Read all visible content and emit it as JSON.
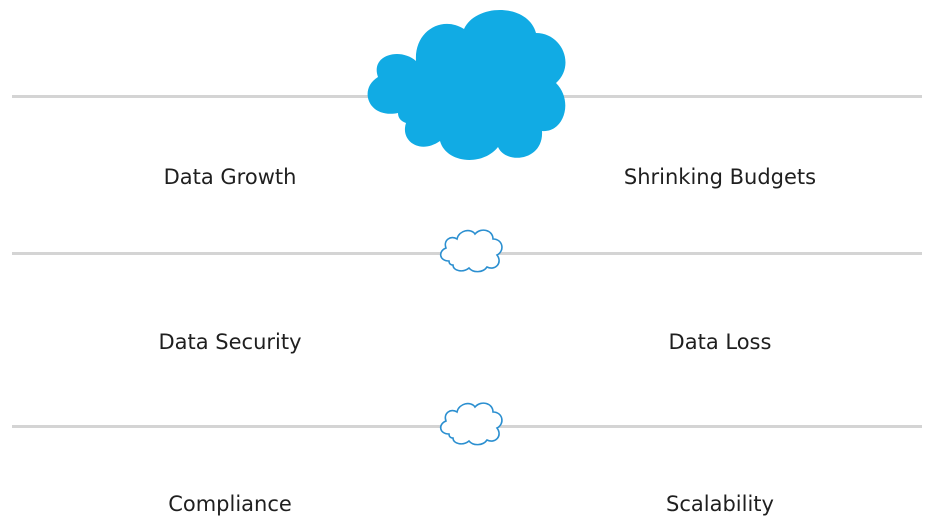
{
  "challenges": {
    "row1": {
      "left": "Data Growth",
      "right": "Shrinking Budgets"
    },
    "row2": {
      "left": "Data Security",
      "right": "Data Loss"
    },
    "row3": {
      "left": "Compliance",
      "right": "Scalability"
    }
  },
  "colors": {
    "cloud_fill": "#11abe4",
    "cloud_outline": "#2b8fd0",
    "divider": "#d4d4d4",
    "text": "#1f1f1f"
  },
  "icons": {
    "large_cloud": "cloud-filled-icon",
    "small_cloud": "cloud-outline-icon"
  }
}
